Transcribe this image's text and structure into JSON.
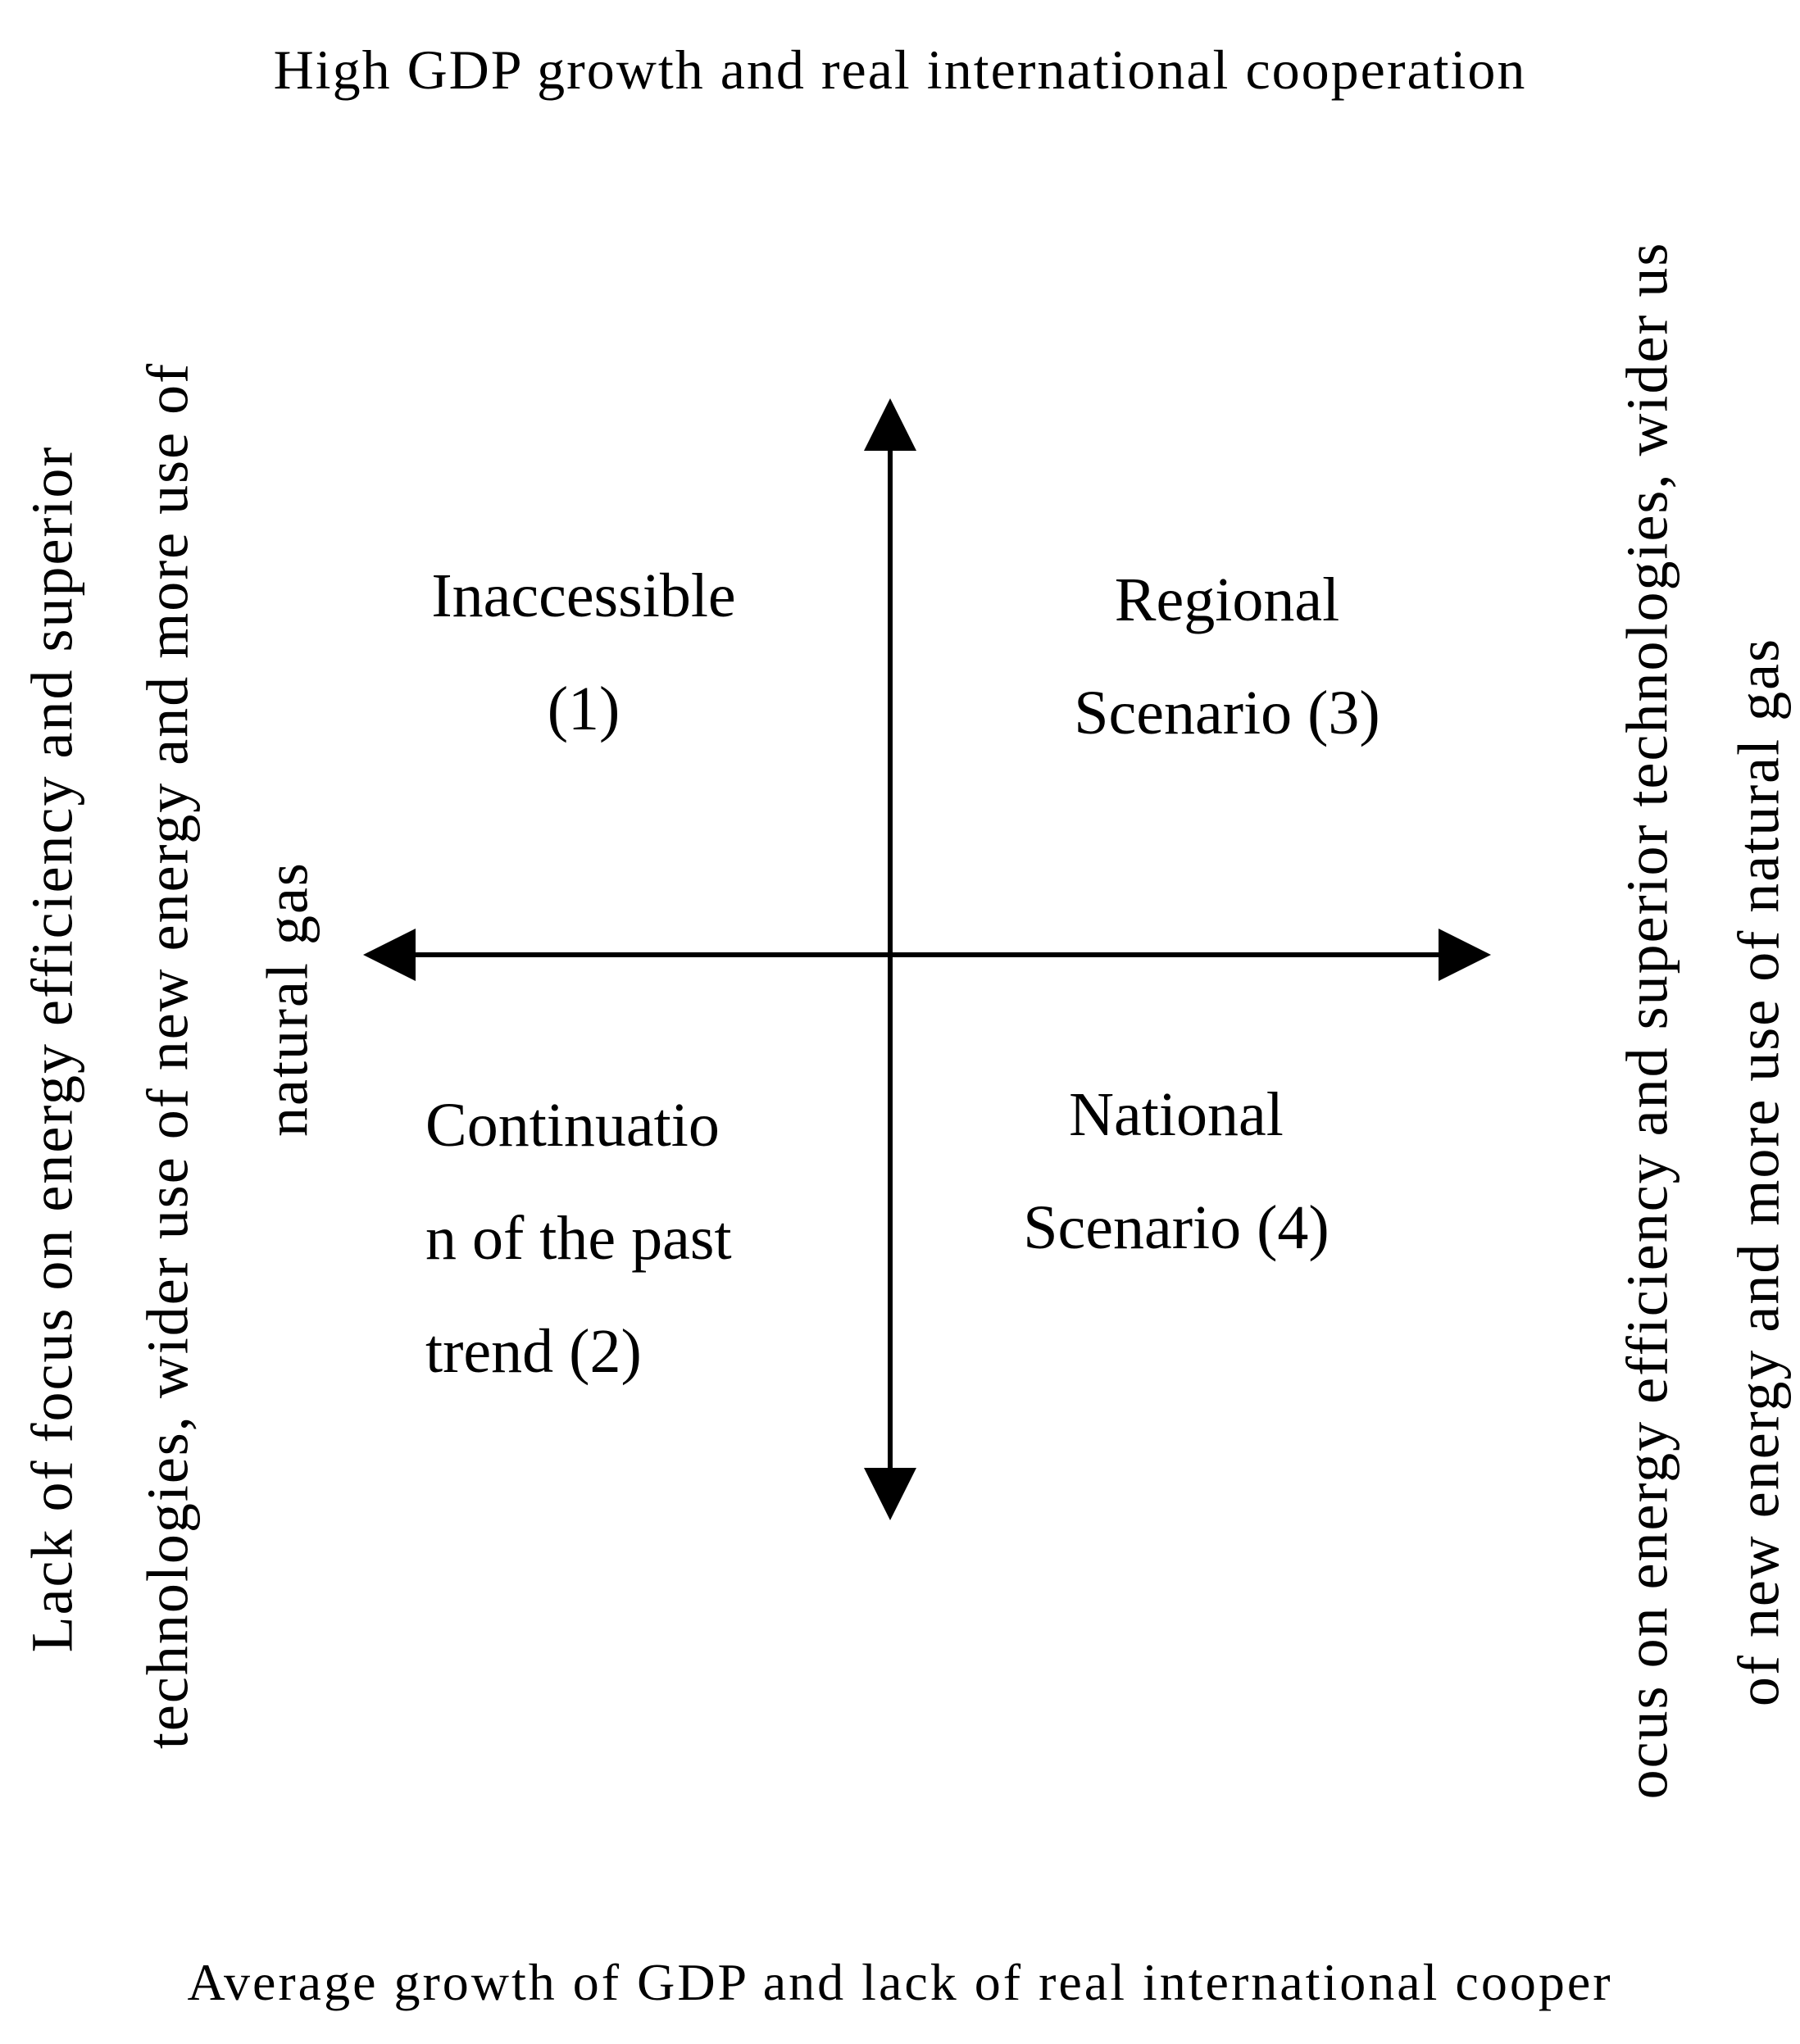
{
  "figure": {
    "title_top": "High GDP growth and real international cooperation",
    "title_bottom": "Average growth of GDP and lack of real international cooper",
    "left_axis_label": {
      "line1": "Lack of focus on energy efficiency and superior",
      "line2": "technologies, wider use of new energy and more use of",
      "line3": "natural gas"
    },
    "right_axis_label": {
      "line1": "ocus on energy efficiency and superior technologies, wider us",
      "line2": "of new energy and more use of natural gas"
    },
    "quadrants": {
      "top_left": {
        "line1": "Inaccessible",
        "line2": "(1)"
      },
      "top_right": {
        "line1": "Regional",
        "line2": "Scenario (3)"
      },
      "bottom_left": {
        "line1": "Continuatio",
        "line2": "n of the past",
        "line3": "trend (2)"
      },
      "bottom_right": {
        "line1": "National",
        "line2": "Scenario (4)"
      }
    },
    "colors": {
      "text": "#000000",
      "axis": "#000000",
      "background": "#ffffff"
    }
  }
}
